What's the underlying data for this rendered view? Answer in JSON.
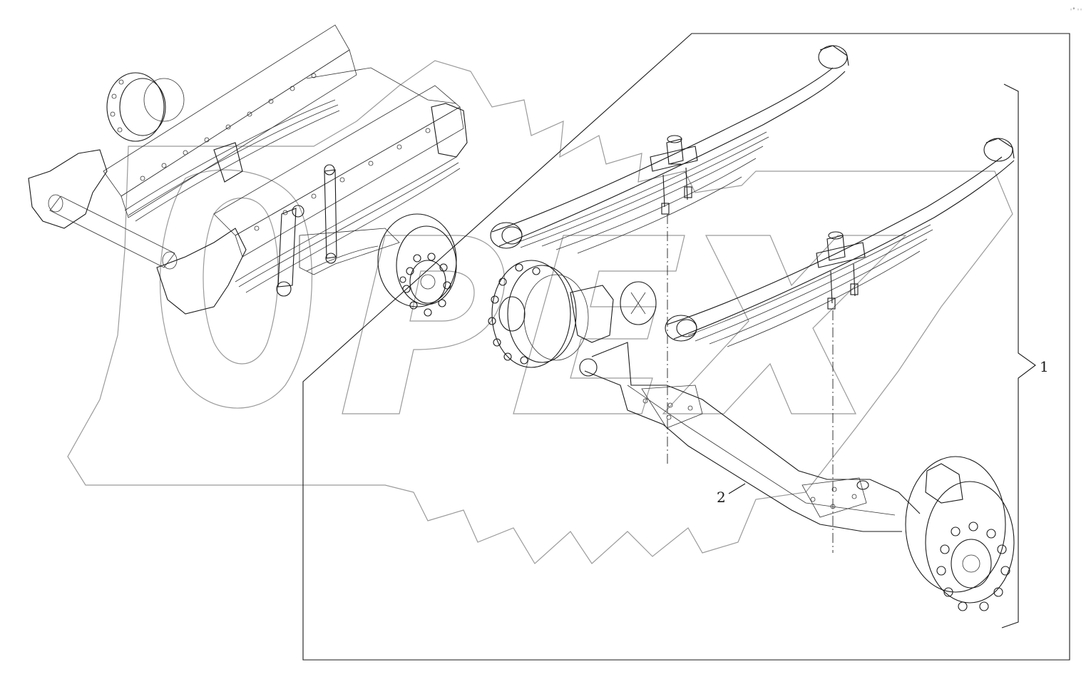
{
  "diagram": {
    "callouts": [
      {
        "id": "callout-1",
        "label": "1"
      },
      {
        "id": "callout-2",
        "label": "2"
      }
    ],
    "watermark_icon": "gear-logo-watermark",
    "corner_mark": "◦° ◦◦"
  }
}
